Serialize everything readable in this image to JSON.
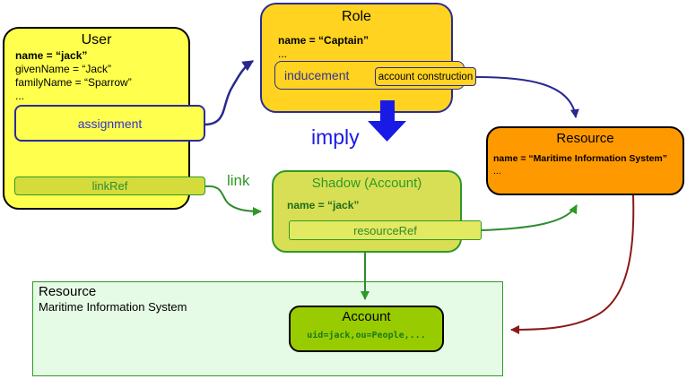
{
  "diagram": {
    "user": {
      "title": "User",
      "name_line": "name = “jack”",
      "given_name_line": "givenName = “Jack”",
      "family_name_line": "familyName = “Sparrow”",
      "ellipsis": "...",
      "assignment_label": "assignment",
      "linkref_label": "linkRef"
    },
    "role": {
      "title": "Role",
      "name_line": "name = “Captain”",
      "ellipsis": "...",
      "inducement_label": "inducement",
      "construction_label": "account construction"
    },
    "shadow": {
      "title": "Shadow (Account)",
      "name_line": "name = “jack”",
      "resourceref_label": "resourceRef"
    },
    "resource_remote": {
      "title": "Resource",
      "name_line": "name = “Maritime Information System”",
      "ellipsis": "..."
    },
    "resource_container": {
      "title": "Resource",
      "subtitle": "Maritime Information System"
    },
    "account": {
      "title": "Account",
      "dn": "uid=jack,ou=People,..."
    },
    "labels": {
      "imply": "imply",
      "link": "link"
    }
  },
  "colors": {
    "user_fill": "#ffff4d",
    "role_fill": "#ffd320",
    "shadow_fill": "#d9df54",
    "resourceref_fill": "#e3e960",
    "linkref_fill": "#d4dc3c",
    "resource_remote_fill": "#ff9900",
    "resource_container_fill": "#e6fbe6",
    "account_fill": "#99cc00",
    "navy_border": "#2b2b96",
    "green": "#2e9926",
    "blue_arrow": "#28288f",
    "imply_blue": "#1a1ae6",
    "dark_red": "#8b1919"
  }
}
